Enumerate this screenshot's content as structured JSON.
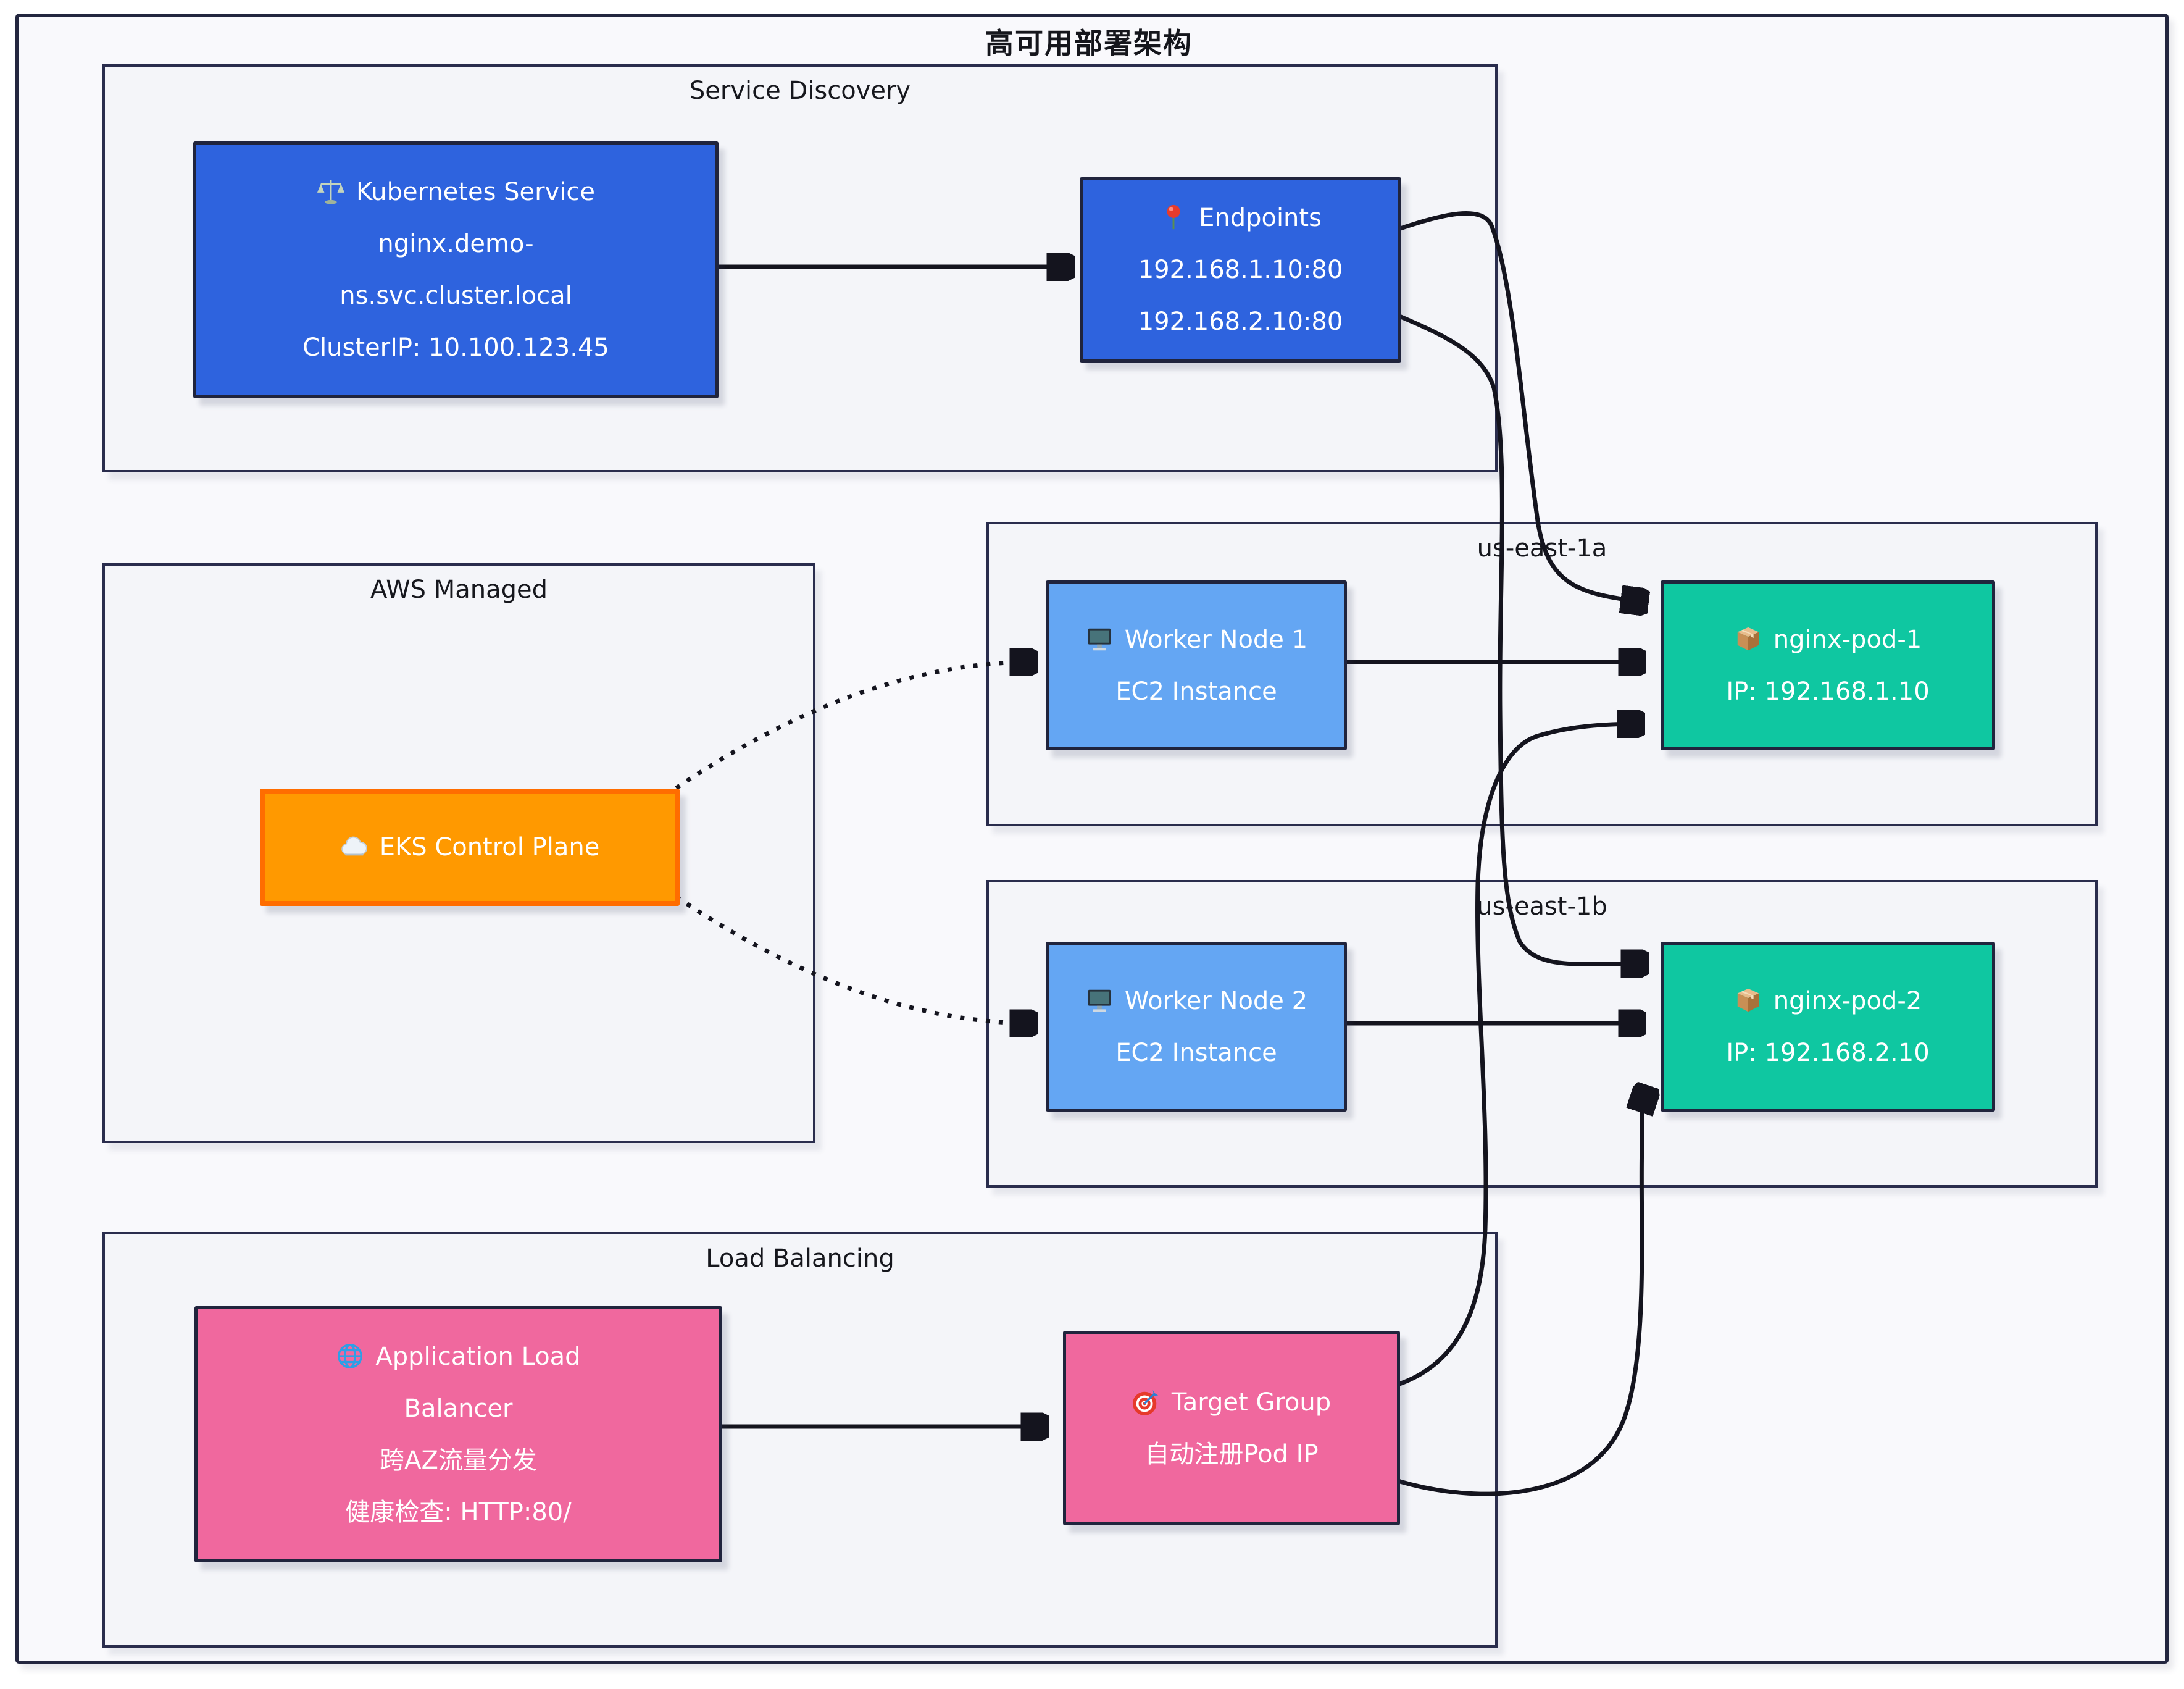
{
  "title": "高可用部署架构",
  "groups": {
    "service_discovery": "Service Discovery",
    "aws_managed": "AWS Managed",
    "us_east_1a": "us-east-1a",
    "us_east_1b": "us-east-1b",
    "load_balancing": "Load Balancing"
  },
  "nodes": {
    "k8s_service": {
      "icon": "scales-icon",
      "line1": "Kubernetes Service",
      "lines": [
        "nginx.demo-",
        "ns.svc.cluster.local",
        "ClusterIP: 10.100.123.45"
      ]
    },
    "endpoints": {
      "icon": "pin-icon",
      "line1": "Endpoints",
      "lines": [
        "192.168.1.10:80",
        "192.168.2.10:80"
      ]
    },
    "eks": {
      "icon": "cloud-icon",
      "line1": "EKS Control Plane",
      "lines": []
    },
    "worker_node_1": {
      "icon": "monitor-icon",
      "line1": "Worker Node 1",
      "lines": [
        "EC2 Instance"
      ]
    },
    "worker_node_2": {
      "icon": "monitor-icon",
      "line1": "Worker Node 2",
      "lines": [
        "EC2 Instance"
      ]
    },
    "nginx_pod_1": {
      "icon": "package-icon",
      "line1": "nginx-pod-1",
      "lines": [
        "IP: 192.168.1.10"
      ]
    },
    "nginx_pod_2": {
      "icon": "package-icon",
      "line1": "nginx-pod-2",
      "lines": [
        "IP: 192.168.2.10"
      ]
    },
    "alb": {
      "icon": "globe-icon",
      "line1": "Application Load",
      "lines": [
        "Balancer",
        "跨AZ流量分发",
        "健康检查: HTTP:80/"
      ]
    },
    "target_group": {
      "icon": "target-icon",
      "line1": "Target Group",
      "lines": [
        "自动注册Pod IP"
      ]
    }
  },
  "edges": [
    {
      "from": "k8s_service",
      "to": "endpoints",
      "style": "solid"
    },
    {
      "from": "endpoints",
      "to": "nginx_pod_1",
      "style": "solid"
    },
    {
      "from": "endpoints",
      "to": "nginx_pod_2",
      "style": "solid"
    },
    {
      "from": "eks",
      "to": "worker_node_1",
      "style": "dotted"
    },
    {
      "from": "eks",
      "to": "worker_node_2",
      "style": "dotted"
    },
    {
      "from": "worker_node_1",
      "to": "nginx_pod_1",
      "style": "solid"
    },
    {
      "from": "worker_node_2",
      "to": "nginx_pod_2",
      "style": "solid"
    },
    {
      "from": "alb",
      "to": "target_group",
      "style": "solid"
    },
    {
      "from": "target_group",
      "to": "nginx_pod_1",
      "style": "solid"
    },
    {
      "from": "target_group",
      "to": "nginx_pod_2",
      "style": "solid"
    }
  ],
  "colors": {
    "node_blue": "#2e63de",
    "node_light_blue": "#64a6f3",
    "node_teal": "#0fc7a1",
    "node_orange_fill": "#ff9900",
    "node_orange_border": "#ff6d00",
    "node_pink": "#f0689e",
    "node_border": "#20243d",
    "group_border": "#2a2d4d",
    "group_fill": "#f4f5f9",
    "edge": "#14141e",
    "canvas_fill": "#f9f9fc"
  }
}
